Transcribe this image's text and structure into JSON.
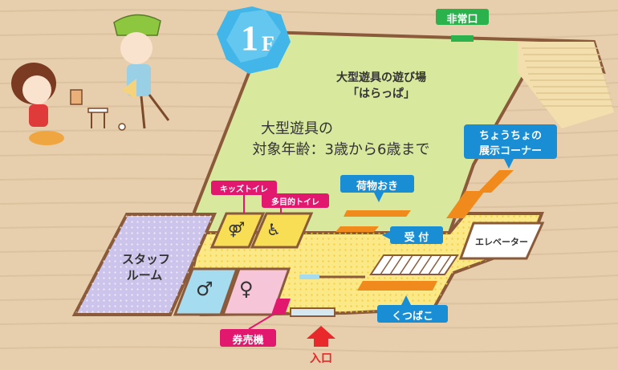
{
  "floor": {
    "number": "1",
    "suffix": "F"
  },
  "play_area": {
    "title_line1": "大型遊具の遊び場",
    "title_line2": "「はらっぱ」",
    "age_line1": "大型遊具の",
    "age_line2": "対象年齢：3歳から6歳まで"
  },
  "labels": {
    "emergency_exit": "非常口",
    "butterfly_line1": "ちょうちょの",
    "butterfly_line2": "展示コーナー",
    "luggage": "荷物おき",
    "kids_toilet": "キッズトイレ",
    "multipurpose_toilet": "多目的トイレ",
    "staff_room_line1": "スタッフ",
    "staff_room_line2": "ルーム",
    "reception": "受 付",
    "elevator": "エレベーター",
    "shoe_rack": "くつばこ",
    "ticket_machine": "券売機",
    "entrance": "入口"
  },
  "icons": {
    "kids_toilet": "male-female-icon",
    "multipurpose_toilet": "wheelchair-baby-icon",
    "mens_toilet": "male-icon",
    "womens_toilet": "female-icon",
    "entrance": "up-arrow-icon"
  },
  "colors": {
    "background": "#e7cfae",
    "floor_outline": "#8a5a3a",
    "play_area": "#d8e99e",
    "stripes": "#f3dfae",
    "corridor": "#fbe886",
    "staff_room": "#cdc4ec",
    "mens_toilet": "#a6dcef",
    "womens_toilet": "#f6c6d8",
    "kids_toilet": "#f8de55",
    "blue_label": "#1a8ed5",
    "pink_label": "#e2186f",
    "green_label": "#2bb24c",
    "orange_block": "#f08a1c",
    "entrance_arrow": "#e8282a"
  }
}
